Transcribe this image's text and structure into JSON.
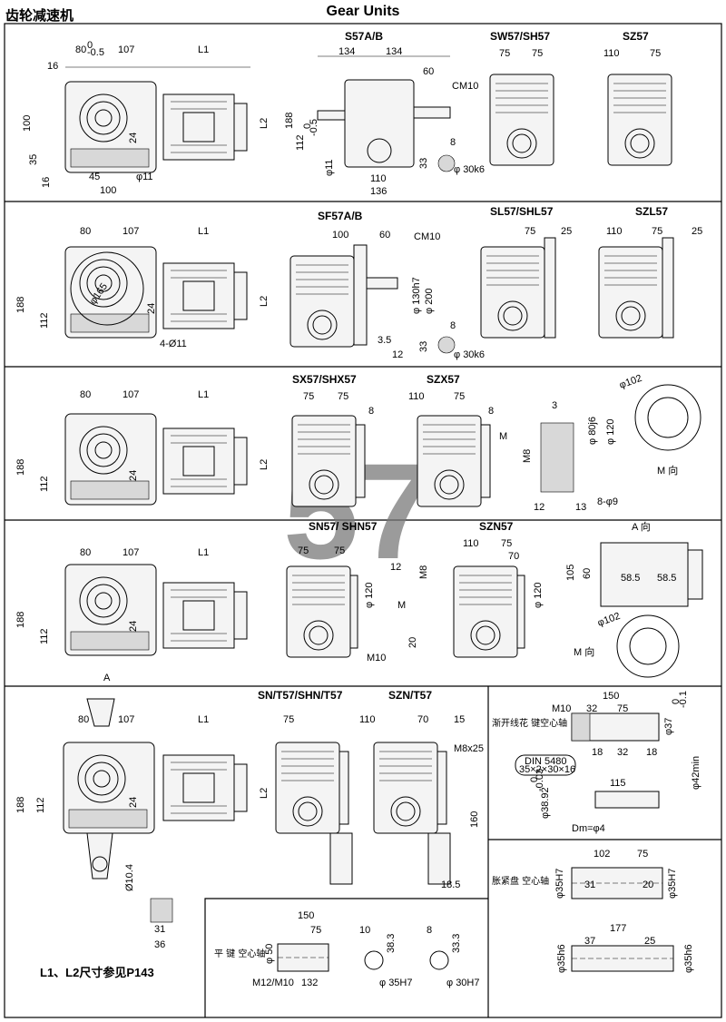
{
  "header": {
    "left_title": "齿轮减速机",
    "center_title": "Gear Units"
  },
  "watermark": "57",
  "footnote": "L1、L2尺寸参见P143",
  "row1": {
    "base": {
      "dims": [
        "80",
        "0",
        "-0.5",
        "107",
        "L1",
        "16",
        "100",
        "35",
        "16",
        "45",
        "100",
        "φ11",
        "24",
        "L2"
      ]
    },
    "s57": {
      "title": "S57A/B",
      "dims": [
        "134",
        "134",
        "60",
        "CM10",
        "188",
        "112",
        "0",
        "-0.5",
        "φ11",
        "110",
        "136",
        "8",
        "33",
        "φ 30k6"
      ]
    },
    "sw57": {
      "title": "SW57/SH57",
      "dims": [
        "75",
        "75"
      ]
    },
    "sz57": {
      "title": "SZ57",
      "dims": [
        "110",
        "75"
      ]
    }
  },
  "row2": {
    "base": {
      "dims": [
        "80",
        "107",
        "L1",
        "188",
        "112",
        "24",
        "φ165",
        "4-Ø11",
        "L2"
      ]
    },
    "sf57": {
      "title": "SF57A/B",
      "dims": [
        "100",
        "60",
        "CM10",
        "φ 130h7",
        "φ 200",
        "3.5",
        "12",
        "8",
        "33",
        "φ 30k6"
      ]
    },
    "sl57": {
      "title": "SL57/SHL57",
      "dims": [
        "75",
        "25"
      ]
    },
    "szl57": {
      "title": "SZL57",
      "dims": [
        "110",
        "75",
        "25"
      ]
    }
  },
  "row3": {
    "base": {
      "dims": [
        "80",
        "107",
        "L1",
        "188",
        "112",
        "24",
        "L2"
      ]
    },
    "sx57": {
      "title": "SX57/SHX57",
      "dims": [
        "75",
        "75",
        "8"
      ]
    },
    "szx57": {
      "title": "SZX57",
      "dims": [
        "110",
        "75",
        "8"
      ]
    },
    "detail": {
      "dims": [
        "M",
        "3",
        "M8",
        "φ 80j6",
        "φ 120",
        "12",
        "13",
        "8-φ9",
        "φ102",
        "M 向"
      ]
    }
  },
  "row4": {
    "base": {
      "dims": [
        "80",
        "107",
        "L1",
        "188",
        "112",
        "24",
        "A"
      ]
    },
    "sn57": {
      "title": "SN57/ SHN57",
      "dims": [
        "75",
        "75",
        "φ 120",
        "12",
        "M8",
        "M",
        "M10",
        "20"
      ]
    },
    "szn57": {
      "title": "SZN57",
      "dims": [
        "110",
        "75",
        "70",
        "φ 120"
      ]
    },
    "aview": {
      "dims": [
        "A 向",
        "105",
        "60",
        "58.5",
        "58.5",
        "φ102",
        "M 向"
      ]
    }
  },
  "row5": {
    "base": {
      "dims": [
        "80",
        "107",
        "L1",
        "188",
        "112",
        "24",
        "Ø10.4",
        "31",
        "36"
      ]
    },
    "snt57": {
      "title": "SN/T57/SHN/T57",
      "dims": [
        "75",
        "L2"
      ]
    },
    "sznt57": {
      "title": "SZN/T57",
      "dims": [
        "110",
        "70",
        "15",
        "M8x25",
        "160",
        "18.5"
      ]
    },
    "flat_key": {
      "title": "平 键 空心轴",
      "dims": [
        "150",
        "75",
        "φ 50",
        "M12/M10",
        "132",
        "10",
        "38.3",
        "φ 35H7",
        "8",
        "33.3",
        "φ 30H7"
      ]
    },
    "spline": {
      "title": "渐开线花 键空心轴",
      "dims": [
        "150",
        "M10",
        "32",
        "75",
        "φ37",
        "0",
        "-0.1",
        "18",
        "32",
        "18",
        "DIN 5480",
        "35×2×30×16",
        "115",
        "φ42min",
        "φ38.92",
        "0",
        "-0.03",
        "Dm=φ4"
      ]
    },
    "shrink": {
      "title": "胀紧盘 空心轴",
      "dims": [
        "102",
        "75",
        "φ35H7",
        "31",
        "20",
        "φ35H7",
        "177",
        "37",
        "25",
        "φ35h6",
        "φ35h6"
      ]
    }
  }
}
